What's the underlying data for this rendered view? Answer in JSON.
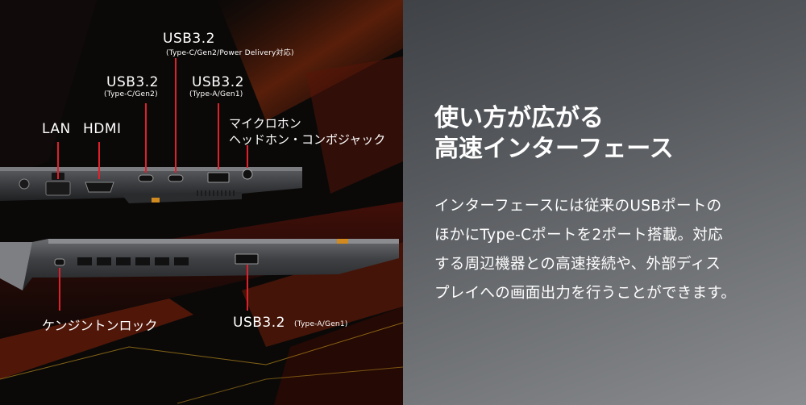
{
  "ports": {
    "top_usb_c_pd": {
      "name": "USB3.2",
      "spec": "(Type-C/Gen2/Power Delivery対応)"
    },
    "top_usb_c": {
      "name": "USB3.2",
      "spec": "(Type-C/Gen2)"
    },
    "top_usb_a": {
      "name": "USB3.2",
      "spec": "(Type-A/Gen1)"
    },
    "lan": "LAN",
    "hdmi": "HDMI",
    "mic_line1": "マイクロホン",
    "mic_line2": "ヘッドホン・コンボジャック",
    "kensington": "ケンジントンロック",
    "bottom_usb_a": {
      "name": "USB3.2",
      "spec": "(Type-A/Gen1)"
    }
  },
  "headline": {
    "line1": "使い方が広がる",
    "line2": "高速インターフェース"
  },
  "body": {
    "line1": "インターフェースには従来のUSBポートの",
    "line2": "ほかにType-Cポートを2ポート搭載。対応",
    "line3": "する周辺機器との高速接続や、外部ディス",
    "line4": "プレイへの画面出力を行うことができます。"
  },
  "colors": {
    "accent_red": "#e0202a",
    "background_right": "#5b5e62",
    "text": "#ffffff"
  }
}
